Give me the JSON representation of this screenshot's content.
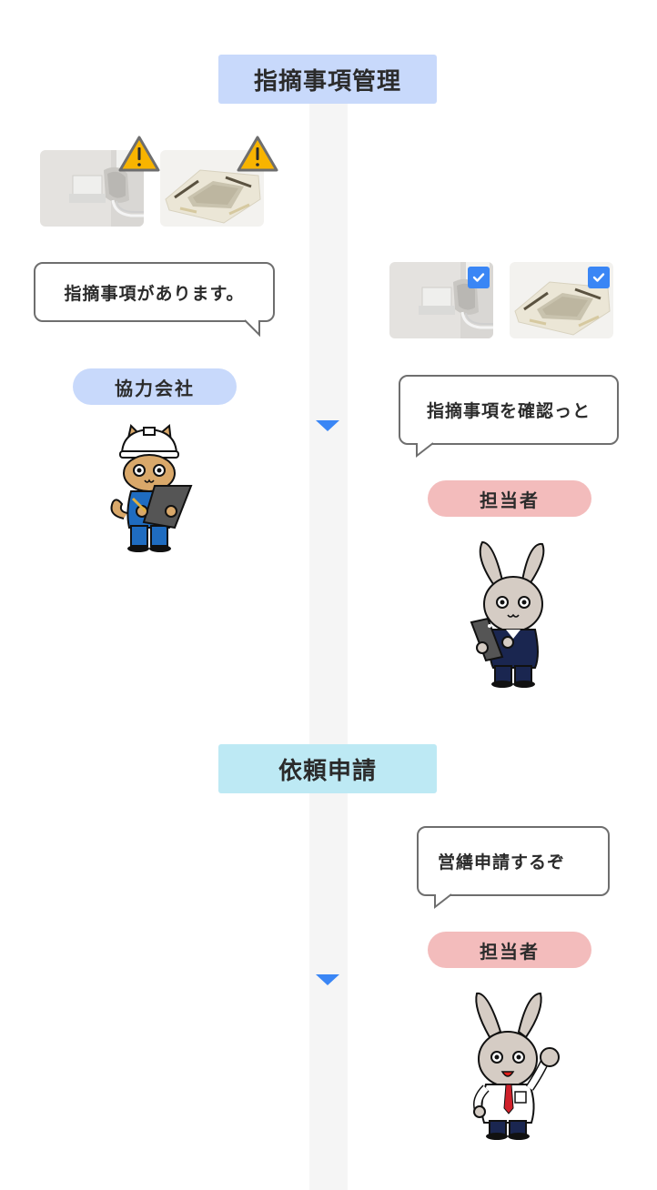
{
  "colors": {
    "timeline": "#f5f5f5",
    "arrow": "#3a86f5",
    "section1_bg": "#c8d9fb",
    "section2_bg": "#bde9f4",
    "partner_pill": "#c8d9fb",
    "staff_pill": "#f3bcbc",
    "warning": "#f8b400",
    "check": "#3a86f5"
  },
  "sections": [
    {
      "title": "指摘事項管理",
      "partner": {
        "role_label": "協力会社",
        "speech": "指摘事項があります。",
        "photos": [
          {
            "subject": "wall-pipe-duct",
            "status_icon": "warning-icon"
          },
          {
            "subject": "ceiling-air-conditioner",
            "status_icon": "warning-icon"
          }
        ],
        "character": "cat-worker-with-clipboard"
      },
      "staff": {
        "role_label": "担当者",
        "speech": "指摘事項を確認っと",
        "photos": [
          {
            "subject": "wall-pipe-duct",
            "status_icon": "check-icon"
          },
          {
            "subject": "ceiling-air-conditioner",
            "status_icon": "check-icon"
          }
        ],
        "character": "rabbit-suit-with-tablet"
      }
    },
    {
      "title": "依頼申請",
      "staff": {
        "role_label": "担当者",
        "speech": "営繕申請するぞ",
        "character": "rabbit-shirt-fist-raised"
      }
    }
  ]
}
